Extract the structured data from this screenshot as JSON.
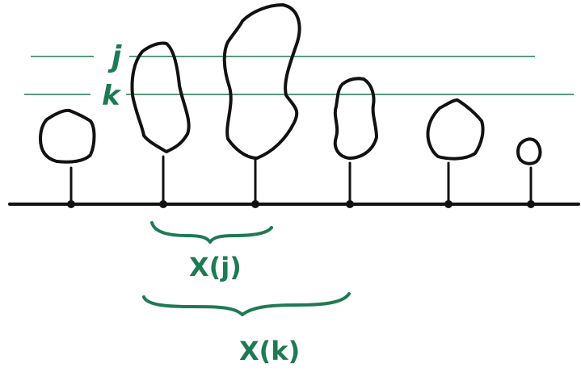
{
  "colors": {
    "ink": "#111111",
    "accent": "#1e7a52",
    "background": "#ffffff"
  },
  "labels": {
    "level_j": "j",
    "level_k": "k",
    "brace_j": "X(j)",
    "brace_k": "X(k)"
  }
}
